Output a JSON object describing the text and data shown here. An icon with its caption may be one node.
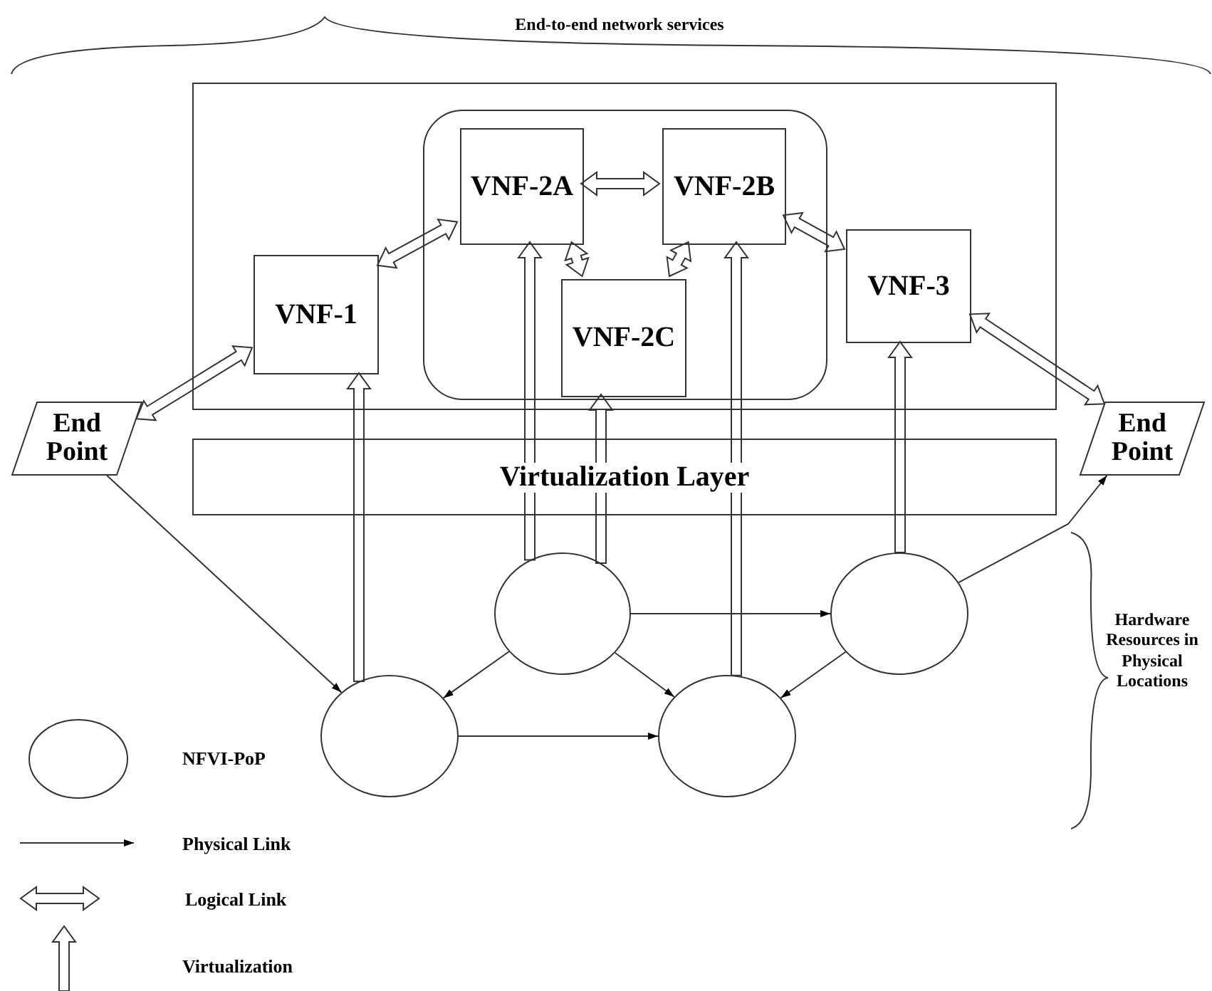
{
  "diagram": {
    "nodes": [
      {
        "text": [],
        "shape": "box"
      },
      {
        "text": [],
        "shape": "box",
        "in": 0
      },
      {
        "text": [
          "VNF-2A"
        ],
        "in": 1
      },
      {
        "text": [
          "VNF-2B"
        ],
        "in": 1
      },
      {
        "text": [
          "VNF-1"
        ],
        "in": 0
      },
      {
        "text": [
          "VNF-2C"
        ],
        "in": 1
      },
      {
        "text": [
          "VNF-3"
        ],
        "in": 0
      },
      {
        "text": [
          "End Point"
        ]
      },
      {
        "text": [
          "End Point"
        ]
      },
      {
        "text": [
          "Virtualization Layer"
        ]
      },
      {
        "text": [],
        "shape": "ellipse"
      },
      {
        "text": [],
        "shape": "ellipse"
      },
      {
        "text": [],
        "shape": "ellipse"
      },
      {
        "text": [],
        "shape": "ellipse"
      }
    ],
    "edges": [
      {
        "from": 7,
        "to": 4,
        "arrow": "both",
        "style": "thick"
      },
      {
        "from": 4,
        "to": 2,
        "arrow": "both",
        "style": "thick"
      },
      {
        "from": 2,
        "to": 3,
        "arrow": "both",
        "style": "thick"
      },
      {
        "from": 2,
        "to": 5,
        "arrow": "both",
        "style": "thick"
      },
      {
        "from": 5,
        "to": 3,
        "arrow": "both",
        "style": "thick"
      },
      {
        "from": 3,
        "to": 6,
        "arrow": "both",
        "style": "thick"
      },
      {
        "from": 6,
        "to": 8,
        "arrow": "both",
        "style": "thick"
      },
      {
        "from": 12,
        "to": 4,
        "arrow": "to",
        "style": "thick"
      },
      {
        "from": 10,
        "to": 2,
        "arrow": "to",
        "style": "thick"
      },
      {
        "from": 10,
        "to": 5,
        "arrow": "to",
        "style": "thick"
      },
      {
        "from": 13,
        "to": 3,
        "arrow": "to",
        "style": "thick"
      },
      {
        "from": 11,
        "to": 6,
        "arrow": "to",
        "style": "thick"
      },
      {
        "from": 7,
        "to": 12,
        "arrow": "to"
      },
      {
        "from": 10,
        "to": 12,
        "arrow": "to"
      },
      {
        "from": 10,
        "to": 13,
        "arrow": "to"
      },
      {
        "from": 10,
        "to": 11,
        "arrow": "to"
      },
      {
        "from": 12,
        "to": 13,
        "arrow": "to"
      },
      {
        "from": 11,
        "to": 13,
        "arrow": "to"
      },
      {
        "from": 11,
        "to": 8,
        "arrow": "to"
      }
    ],
    "labels": [
      "End-to-end network services",
      "Hardware Resources in Physical Locations"
    ],
    "legend": [
      {
        "text": "NFVI-PoP"
      },
      {
        "text": "Physical Link"
      },
      {
        "text": "Logical Link"
      },
      {
        "text": "Virtualization"
      }
    ]
  }
}
